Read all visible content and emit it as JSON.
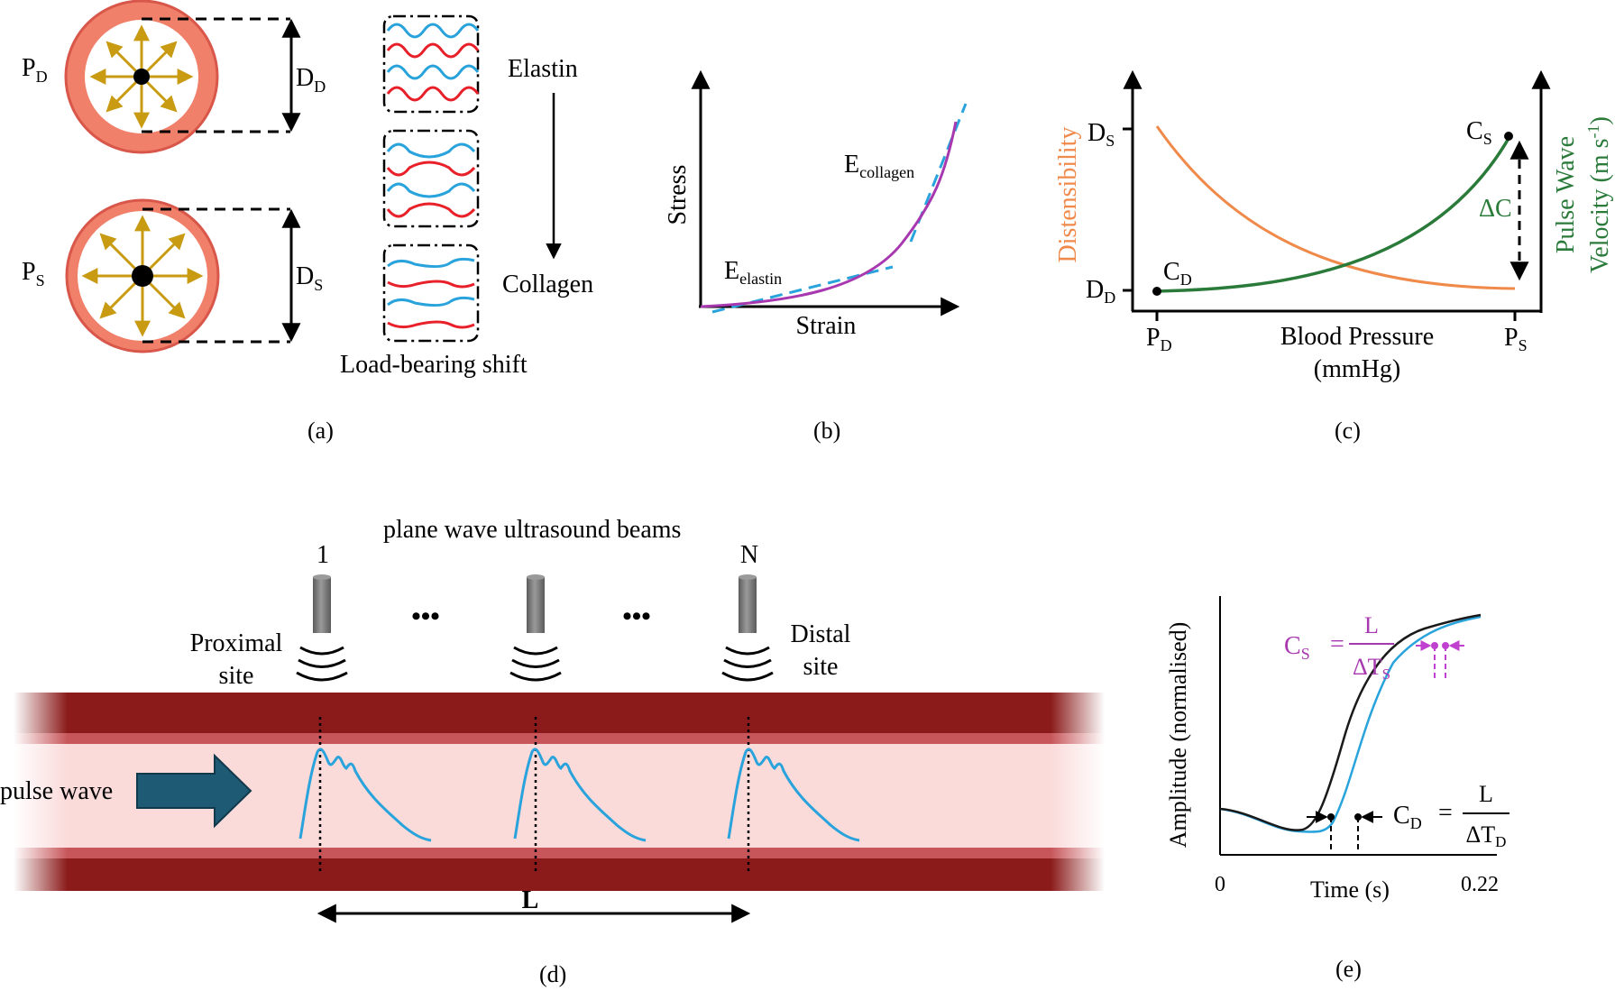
{
  "colors": {
    "blue": "#29a3dc",
    "red": "#e8202a",
    "purple": "#a838b0",
    "orange": "#f08a4b",
    "green": "#2a7a3a",
    "gold": "#c89b12",
    "artery_dark": "#8b1a1a",
    "artery_light": "#fbdada",
    "arrow_teal": "#1e5a74",
    "magenta": "#c040d0",
    "probe_gray": "#7b7b7b"
  },
  "panel_a": {
    "caption": "(a)",
    "p_d": {
      "base": "P",
      "sub": "D"
    },
    "d_d": {
      "base": "D",
      "sub": "D"
    },
    "p_s": {
      "base": "P",
      "sub": "S"
    },
    "d_s": {
      "base": "D",
      "sub": "S"
    },
    "elastin": "Elastin",
    "collagen": "Collagen",
    "load_bearing": "Load-bearing shift"
  },
  "panel_b": {
    "caption": "(b)",
    "ylabel": "Stress",
    "xlabel": "Strain",
    "e_collagen": {
      "base": "E",
      "sub": "collagen"
    },
    "e_elastin": {
      "base": "E",
      "sub": "elastin"
    }
  },
  "panel_c": {
    "caption": "(c)",
    "left_axis": "Distensibility",
    "right_axis_line1": "Pulse Wave",
    "right_axis_line2": "Velocity (m s",
    "right_axis_sup": "-1",
    "right_axis_close": ")",
    "xlabel_line1": "Blood Pressure",
    "xlabel_line2": "(mmHg)",
    "d_s": {
      "base": "D",
      "sub": "S"
    },
    "d_d": {
      "base": "D",
      "sub": "D"
    },
    "c_s": {
      "base": "C",
      "sub": "S"
    },
    "c_d": {
      "base": "C",
      "sub": "D"
    },
    "p_d": {
      "base": "P",
      "sub": "D"
    },
    "p_s": {
      "base": "P",
      "sub": "S"
    },
    "delta_c": "ΔC"
  },
  "panel_d": {
    "caption": "(d)",
    "beams_label": "plane wave  ultrasound beams",
    "probe_first": "1",
    "probe_last": "N",
    "ellipsis": "•••",
    "proximal_line1": "Proximal",
    "proximal_line2": "site",
    "distal_line1": "Distal",
    "distal_line2": "site",
    "pulse_wave": "pulse wave",
    "length": "L"
  },
  "panel_e": {
    "caption": "(e)",
    "ylabel": "Amplitude  (normalised)",
    "xlabel": "Time (s)",
    "x_min": "0",
    "x_max": "0.22",
    "cs_lhs": {
      "base": "C",
      "sub": "S"
    },
    "cs_num": "L",
    "cs_den": {
      "base": "ΔT",
      "sub": "S"
    },
    "cd_lhs": {
      "base": "C",
      "sub": "D"
    },
    "cd_num": "L",
    "cd_den": {
      "base": "ΔT",
      "sub": "D"
    },
    "equals": "="
  }
}
